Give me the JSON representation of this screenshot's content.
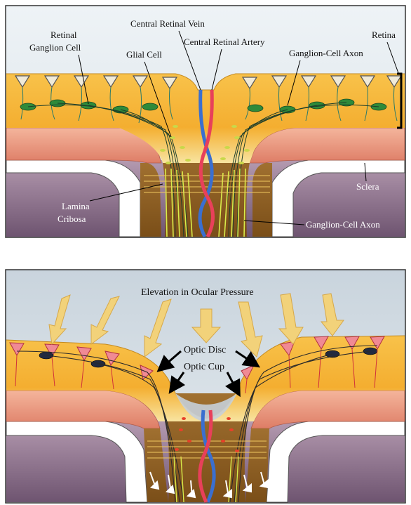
{
  "colors": {
    "panel_bg_top": "#dfe6ec",
    "retina": "#f6b43a",
    "retina_light": "#f8e6a8",
    "choroid": "#e8907a",
    "sclera": "#ffffff",
    "orbit": "#8a6f86",
    "nerve": "#8a5a1e",
    "vein": "#3a6fd0",
    "artery": "#e8405a",
    "ganglion_green": "#2f8a3a",
    "ganglion_red": "#e23a4a",
    "axon_yellow": "#d8e84a",
    "arrow": "#f2d27a"
  },
  "top_panel": {
    "labels": {
      "central_retinal_vein": "Central Retinal Vein",
      "central_retinal_artery": "Central Retinal Artery",
      "retinal_ganglion_cell_line1": "Retinal",
      "retinal_ganglion_cell_line2": "Ganglion Cell",
      "glial_cell": "Glial Cell",
      "ganglion_cell_axon_top": "Ganglion-Cell Axon",
      "retina": "Retina",
      "sclera": "Sclera",
      "lamina_cribosa_line1": "Lamina",
      "lamina_cribosa_line2": "Cribosa",
      "ganglion_cell_axon_bottom": "Ganglion-Cell Axon"
    }
  },
  "bottom_panel": {
    "labels": {
      "elevation": "Elevation in Ocular Pressure",
      "optic_disc": "Optic Disc",
      "optic_cup": "Optic Cup"
    }
  }
}
